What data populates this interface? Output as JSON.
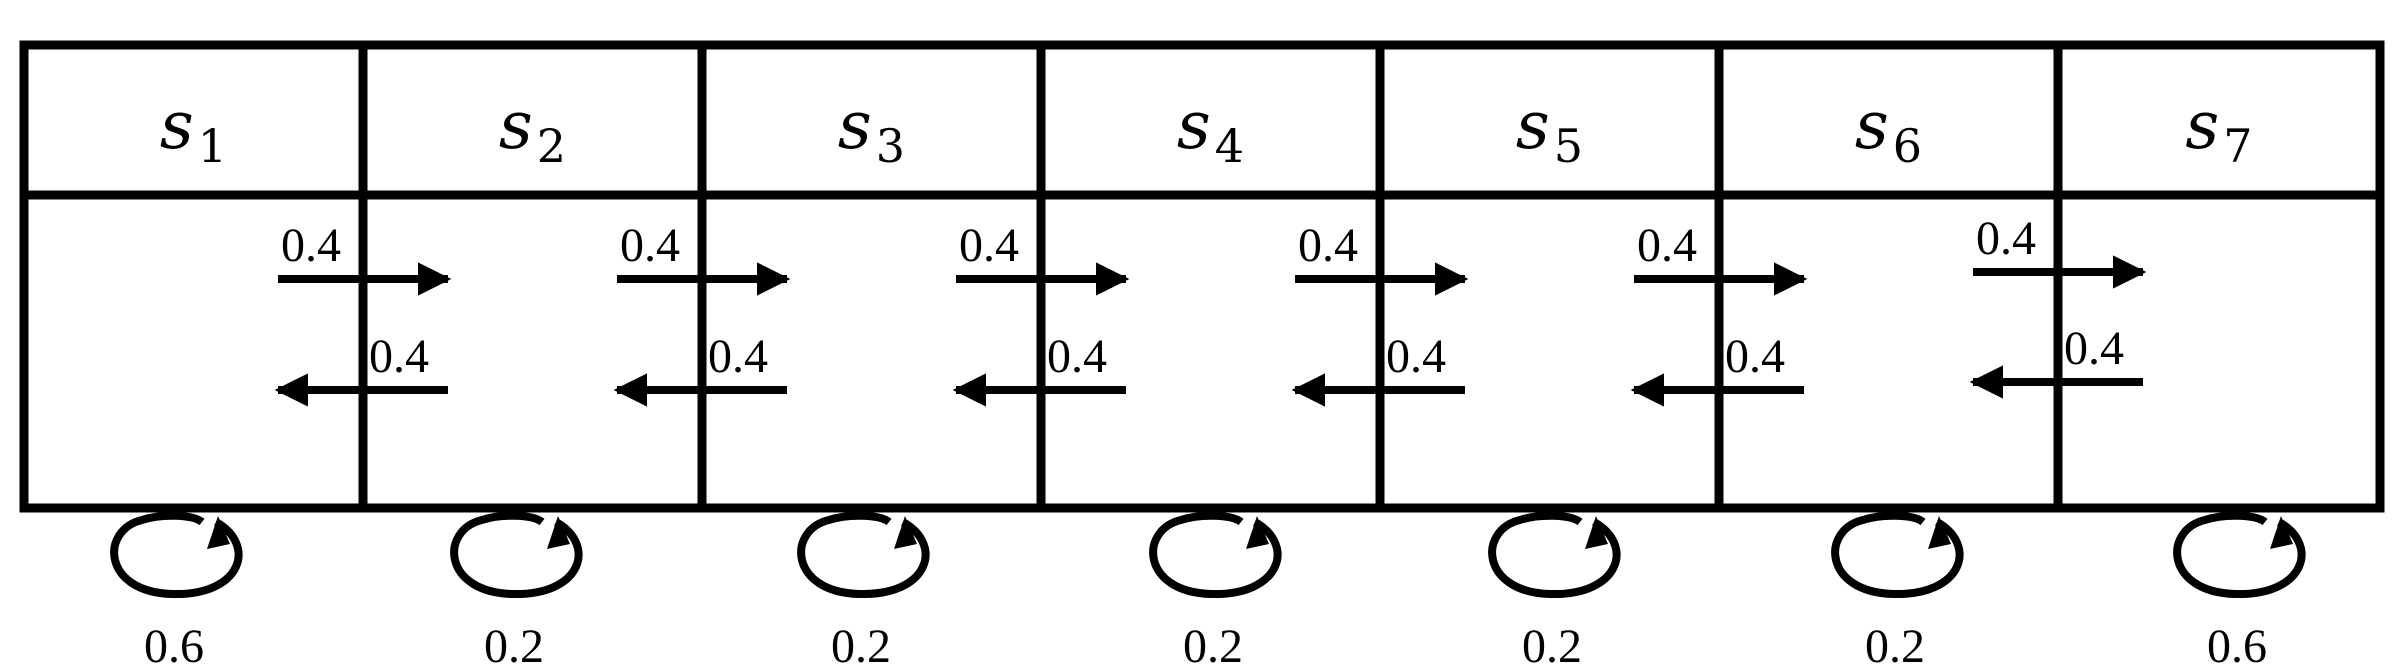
{
  "states": [
    {
      "name": "s",
      "sub": "1",
      "self_loop": "0.6"
    },
    {
      "name": "s",
      "sub": "2",
      "self_loop": "0.2"
    },
    {
      "name": "s",
      "sub": "3",
      "self_loop": "0.2"
    },
    {
      "name": "s",
      "sub": "4",
      "self_loop": "0.2"
    },
    {
      "name": "s",
      "sub": "5",
      "self_loop": "0.2"
    },
    {
      "name": "s",
      "sub": "6",
      "self_loop": "0.2"
    },
    {
      "name": "s",
      "sub": "7",
      "self_loop": "0.6"
    }
  ],
  "transitions_right": [
    "0.4",
    "0.4",
    "0.4",
    "0.4",
    "0.4",
    "0.4"
  ],
  "transitions_left": [
    "0.4",
    "0.4",
    "0.4",
    "0.4",
    "0.4",
    "0.4"
  ]
}
